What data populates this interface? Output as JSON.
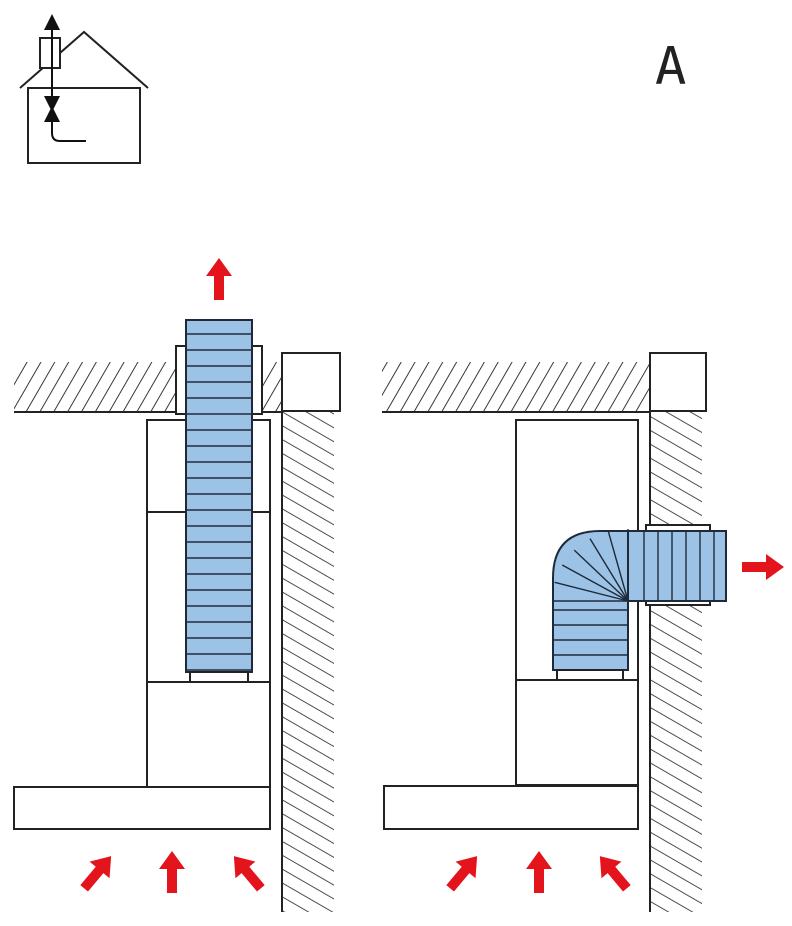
{
  "panel_label": "A",
  "colors": {
    "duct_fill": "#9cc3e6",
    "duct_stroke": "#1e2a3a",
    "airflow_arrow": "#e3141b",
    "line": "#222222",
    "background": "#ffffff"
  },
  "icons": [
    "house-exhaust-icon",
    "airflow-arrow-icon"
  ],
  "variants": [
    {
      "id": "vertical-through-ceiling",
      "exhaust_direction": "up"
    },
    {
      "id": "horizontal-through-wall",
      "exhaust_direction": "right"
    }
  ]
}
